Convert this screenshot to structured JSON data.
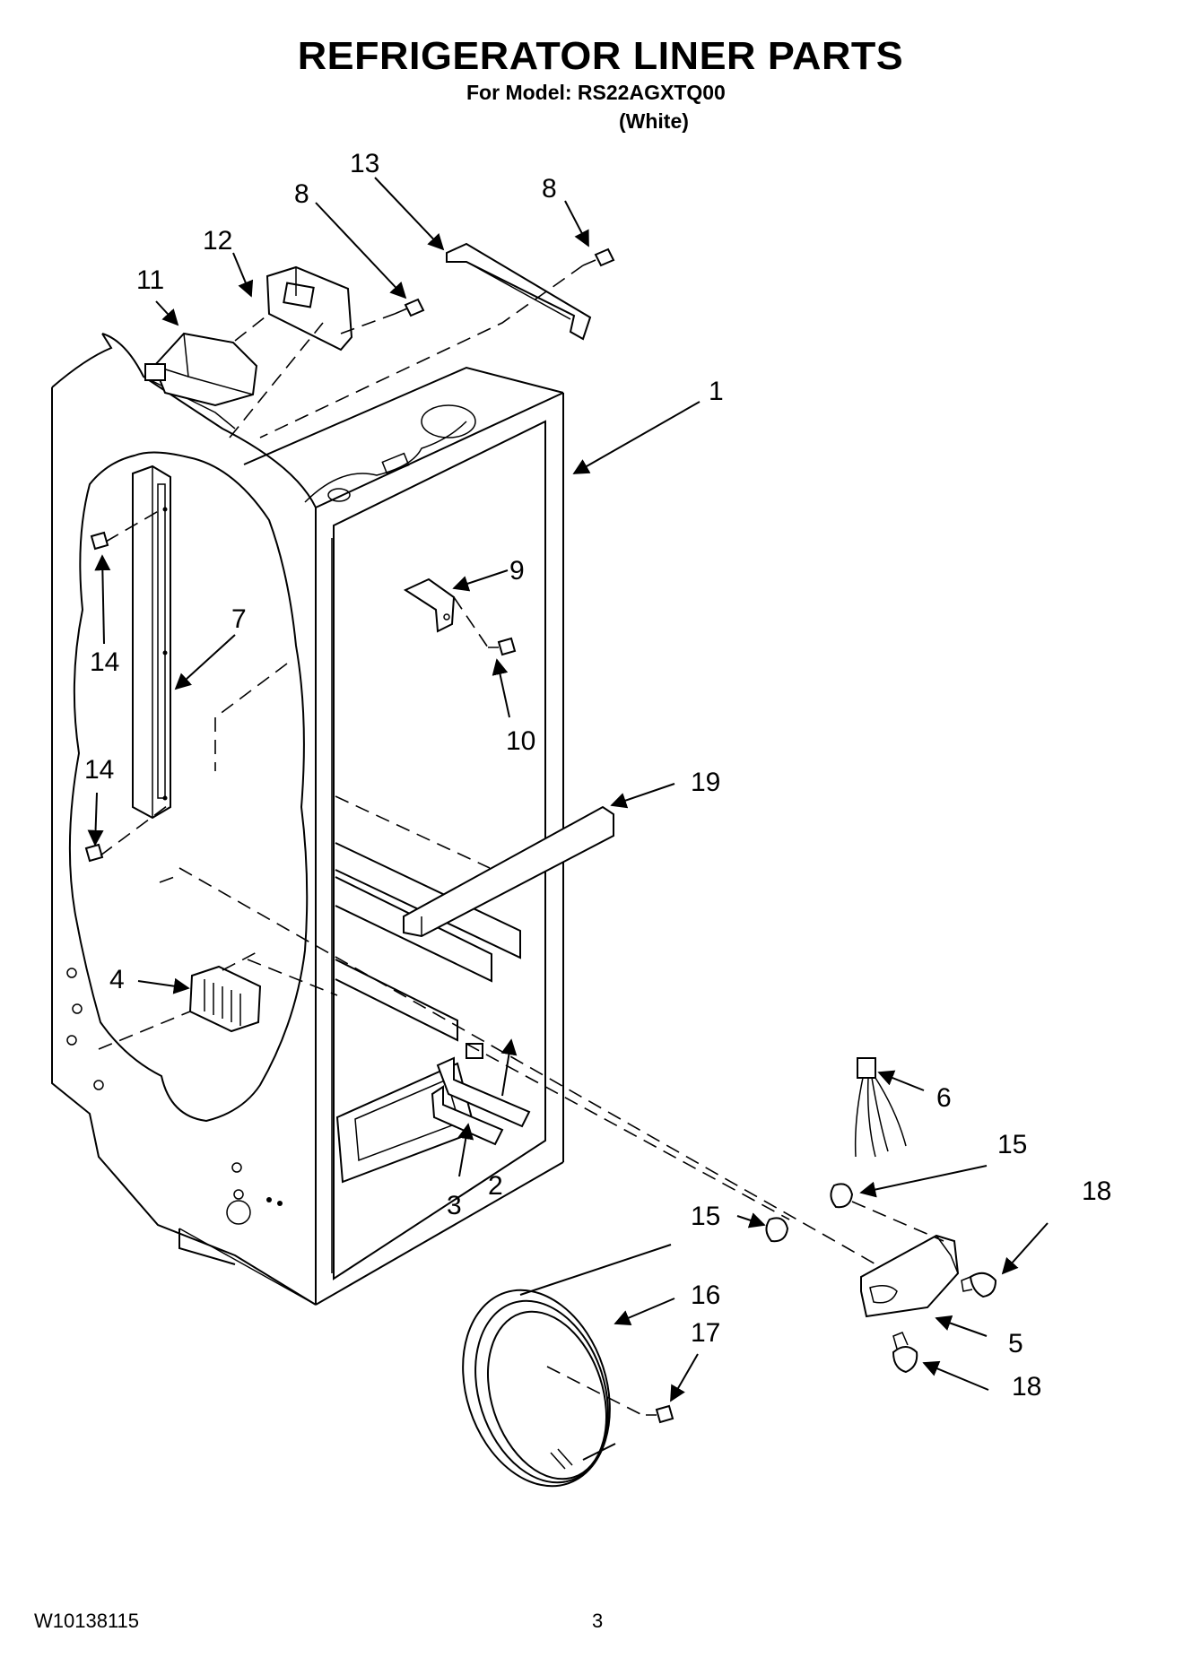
{
  "header": {
    "title": "REFRIGERATOR LINER PARTS",
    "model_line": "For Model: RS22AGXTQ00",
    "color_line": "(White)"
  },
  "footer": {
    "doc_id": "W10138115",
    "page_number": "3"
  },
  "callouts": {
    "c1": "1",
    "c2": "2",
    "c3": "3",
    "c4": "4",
    "c5": "5",
    "c6": "6",
    "c7": "7",
    "c8a": "8",
    "c8b": "8",
    "c9": "9",
    "c10": "10",
    "c11": "11",
    "c12": "12",
    "c13": "13",
    "c14a": "14",
    "c14b": "14",
    "c15a": "15",
    "c15b": "15",
    "c16": "16",
    "c17": "17",
    "c18a": "18",
    "c18b": "18",
    "c19": "19"
  }
}
